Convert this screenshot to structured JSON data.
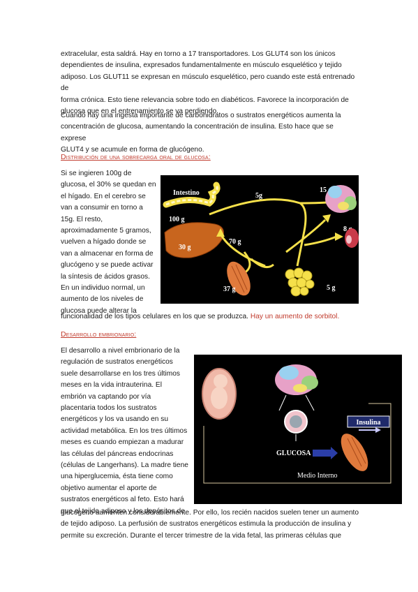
{
  "intro": {
    "lines": [
      "extracelular, esta saldrá. Hay en torno a 17 transportadores. Los GLUT4 son los únicos",
      "dependientes de insulina, expresados fundamentalmente en músculo esquelético y tejido",
      "adiposo. Los GLUT11 se expresan en músculo esquelético, pero cuando este está entrenado de",
      "forma crónica. Esto tiene relevancia sobre todo en diabéticos. Favorece la incorporación de",
      "glucosa que en el entrenamiento se va perdiendo."
    ]
  },
  "para2": {
    "lines": [
      "Cuando hay una ingesta importante de carbohidratos o sustratos energéticos aumenta la",
      "concentración de glucosa, aumentando la concentración de insulina. Esto hace que se exprese",
      "GLUT4 y se acumule en forma de glucógeno."
    ]
  },
  "section1": {
    "heading": "Distribución de una sobrecarga oral de glucosa:",
    "side_lines": [
      "Si se ingieren 100g de",
      "glucosa, el 30% se quedan en",
      "el hígado. En el cerebro se",
      "van a consumir en torno a",
      "15g. El resto,",
      "aproximadamente 5 gramos,",
      "vuelven a hígado donde se",
      "van a almacenar en forma de",
      "glucógeno y se puede activar",
      "la síntesis de ácidos grasos.",
      "En un individuo normal, un",
      "aumento de los niveles de",
      "glucosa puede alterar la"
    ],
    "full_line": "funcionalidad de los tipos celulares en los que se produzca.",
    "full_line_red": "Hay un aumento de sorbitol.",
    "figure": {
      "intestino": "Intestino",
      "g100": "100 g",
      "g30": "30 g",
      "g5_top": "5g",
      "g15": "15 g",
      "g70": "70 g",
      "g8": "8 g",
      "g37": "37 g",
      "g5_bottom": "5 g"
    }
  },
  "section2": {
    "heading": "Desarrollo embrionario:",
    "side_lines": [
      "El desarrollo a nivel embrionario de la",
      "regulación de sustratos energéticos",
      "suele desarrollarse en los tres últimos",
      "meses en la vida intrauterina.  El",
      "embrión va captando por vía",
      "placentaria todos los sustratos",
      "energéticos y los va usando en su",
      "actividad metabólica. En los tres últimos",
      "meses es cuando empiezan a madurar",
      "las células del páncreas endocrinas",
      "(células de Langerhans). La madre tiene",
      "una hiperglucemia, ésta tiene como",
      "objetivo aumentar el aporte de",
      "sustratos energéticos al feto.  Esto hará",
      "que el tejido adiposo y los depósitos de"
    ],
    "full_lines": [
      "glucógeno aumenten considerablemente. Por ello, los recién nacidos suelen tener un aumento",
      "de tejido adiposo. La perfusión de sustratos energéticos estimula la producción de insulina y",
      "permite su excreción.  Durante el tercer trimestre de la vida fetal, las primeras células que"
    ],
    "figure": {
      "insulina": "Insulina",
      "glucosa": "GLUCOSA",
      "medio": "Medio Interno"
    }
  },
  "colors": {
    "accent_red": "#c0392b",
    "figure_bg": "#000000",
    "arrow_yellow": "#f5e04a"
  }
}
